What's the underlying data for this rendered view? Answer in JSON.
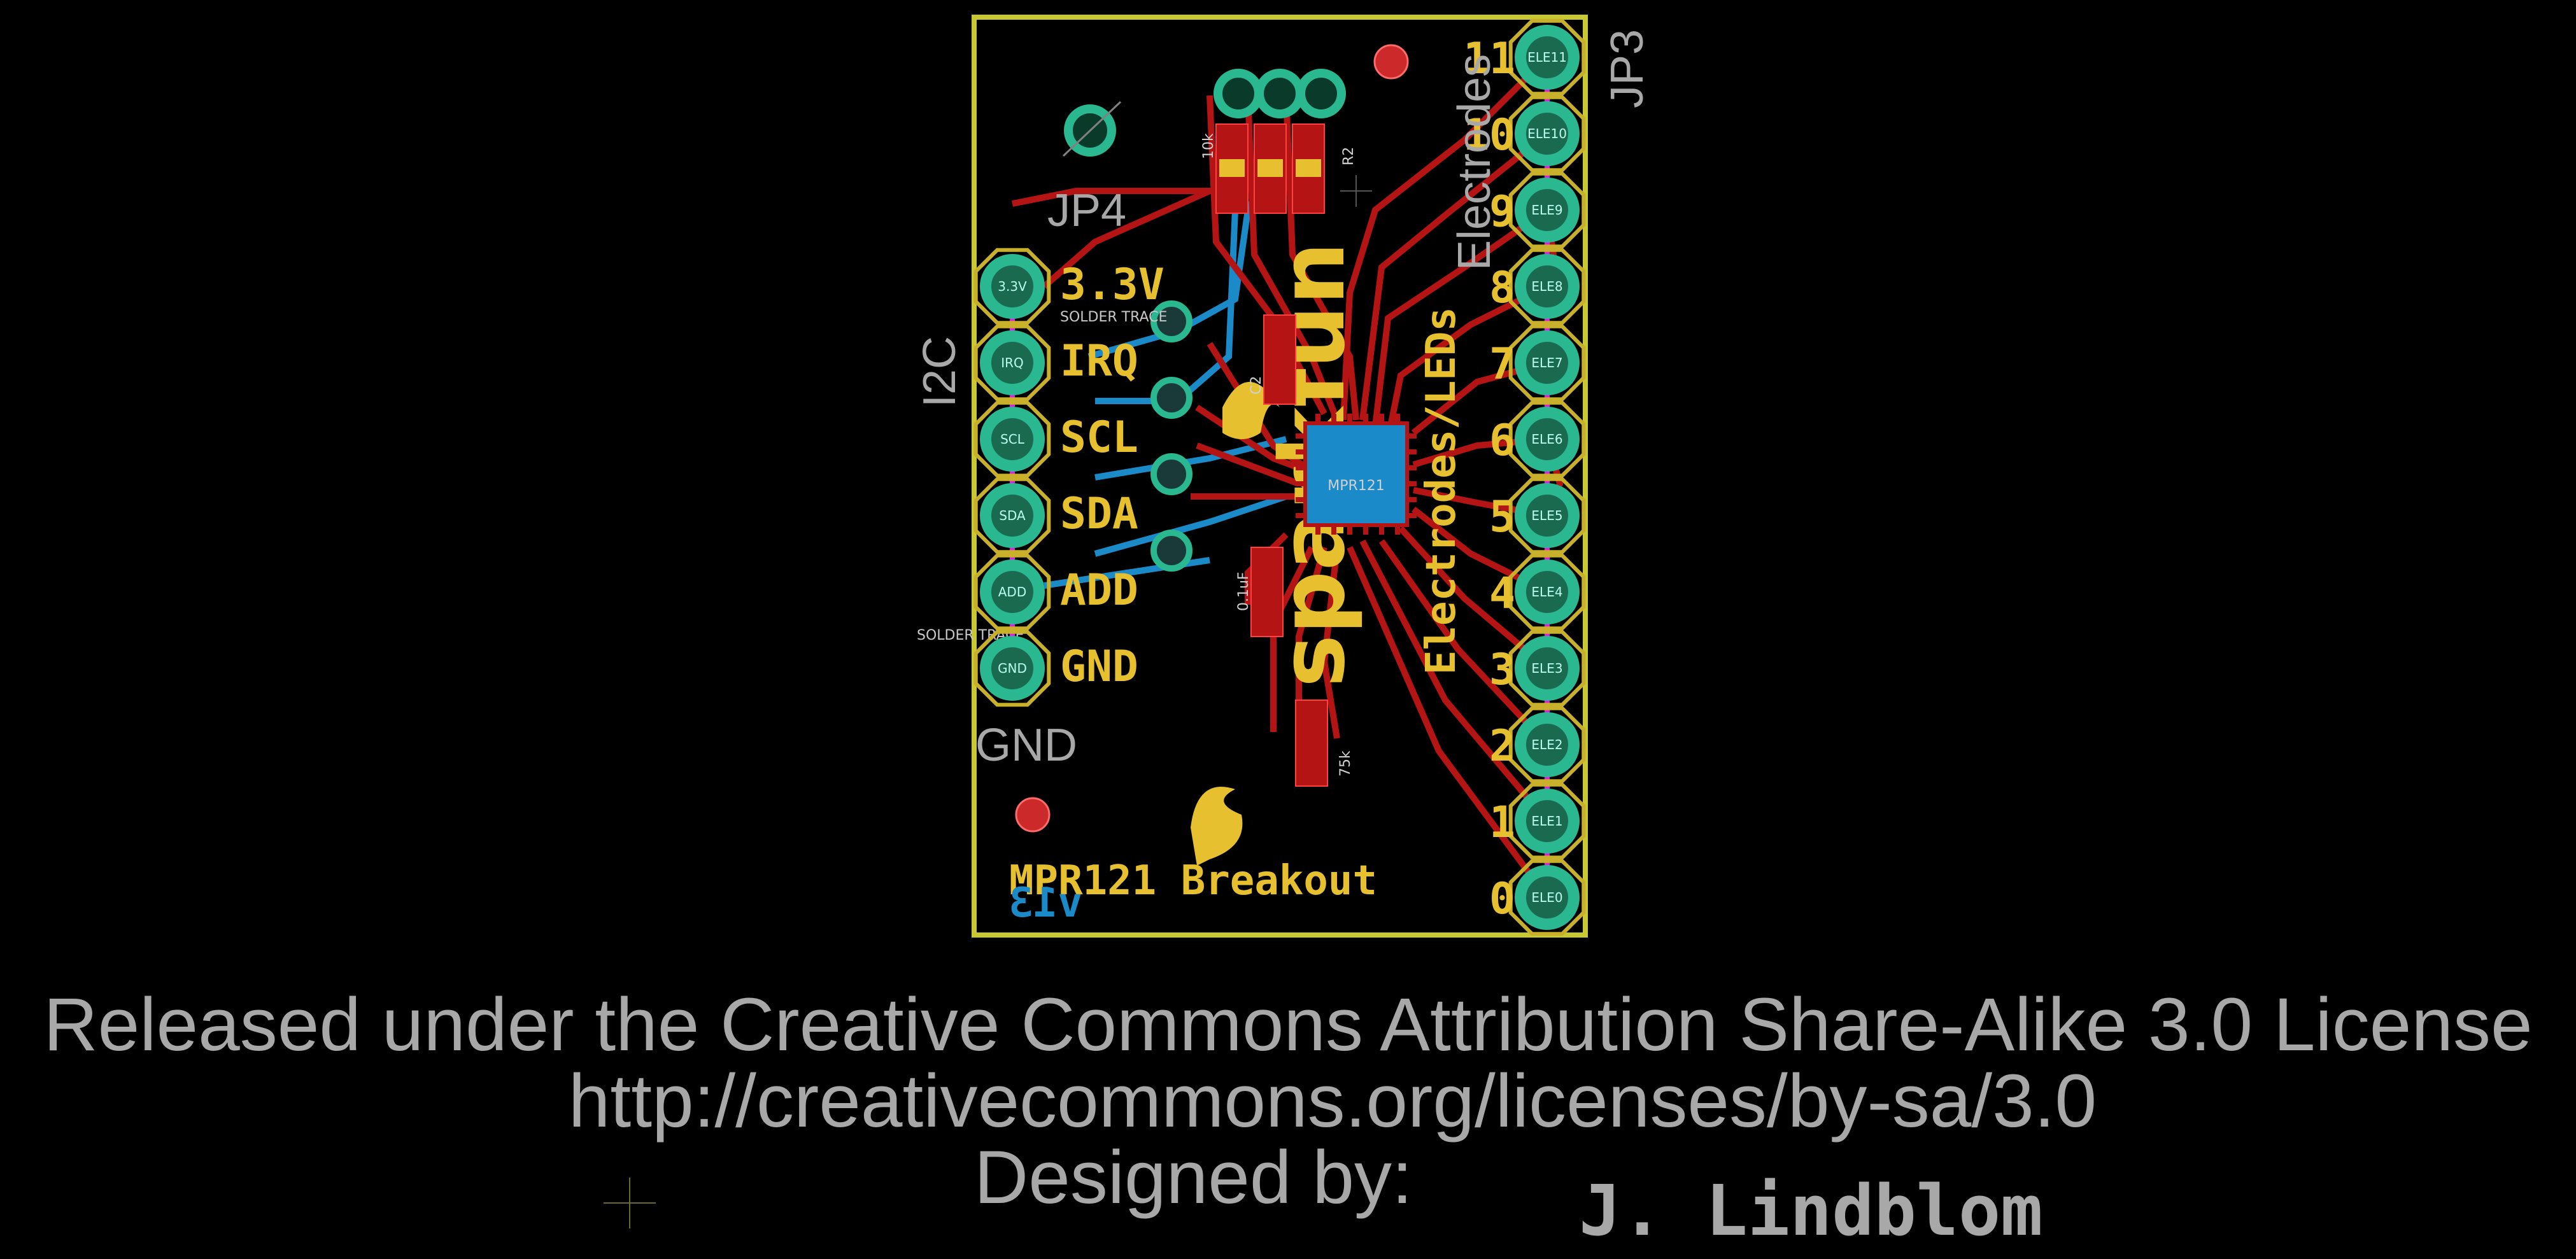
{
  "colors": {
    "background": "#000000",
    "board_outline": "#c8c832",
    "silkscreen": "#e6c02e",
    "copper_top": "#b41414",
    "copper_bottom": "#1a8ac8",
    "pad": "#2ab890",
    "via": "#cc2a2a",
    "ratsnest": "#e020e0",
    "pad_ring": "#c9b02a",
    "doc_text": "#a8a8a8"
  },
  "board": {
    "jp3_label": "JP3",
    "jp4_label": "JP4",
    "i2c_label": "I2C",
    "electrodes_label": "Electrodes",
    "electrodes_leds_label": "Electrodes/LEDs",
    "gnd_doc_label": "GND",
    "left_header": {
      "labels": [
        "3.3V",
        "IRQ",
        "SCL",
        "SDA",
        "ADD",
        "GND"
      ],
      "pin_names": [
        "3.3V",
        "IRQ",
        "SCL",
        "SDA",
        "ADD",
        "GND"
      ]
    },
    "right_header": {
      "numbers": [
        "11",
        "10",
        "9",
        "8",
        "7",
        "6",
        "5",
        "4",
        "3",
        "2",
        "1",
        "0"
      ],
      "pin_names": [
        "ELE11",
        "ELE10",
        "ELE9",
        "ELE8",
        "ELE7",
        "ELE6",
        "ELE5",
        "ELE4",
        "ELE3",
        "ELE2",
        "ELE1",
        "ELE0"
      ]
    },
    "chip_label": "MPR121",
    "resistor_labels": [
      "10k",
      "R2"
    ],
    "cap_labels": [
      "0.1uF",
      "C2"
    ],
    "r_label_75k": "75k",
    "solder_trace_label": "SOLDER TRACE",
    "logo_text": "sparkfun",
    "board_name": "MPR121 Breakout",
    "version": "v13"
  },
  "footer": {
    "license": "Released under the Creative Commons Attribution Share-Alike 3.0 License",
    "url": "http://creativecommons.org/licenses/by-sa/3.0",
    "designed_by": "Designed by:",
    "designer": "J. Lindblom"
  }
}
